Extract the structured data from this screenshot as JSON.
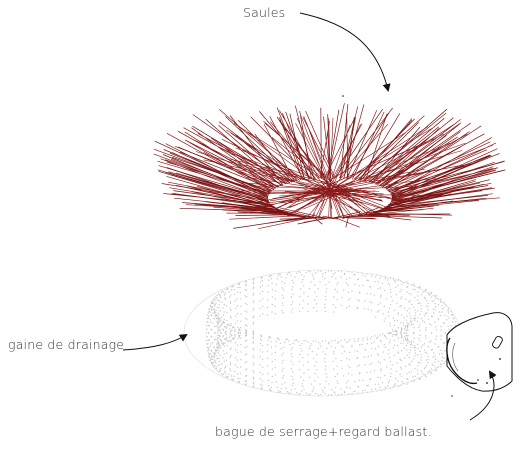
{
  "labels": {
    "willows": "Saules",
    "drainage_sheath": "gaine de drainage",
    "clamp_ring": "bague de serrage+regard ballast."
  },
  "colors": {
    "willow_stroke": "#8b1a1a",
    "willow_stroke_dark": "#6e1212",
    "torus_dots": "#c8c8c8",
    "line": "#111111",
    "text": "#333333"
  }
}
